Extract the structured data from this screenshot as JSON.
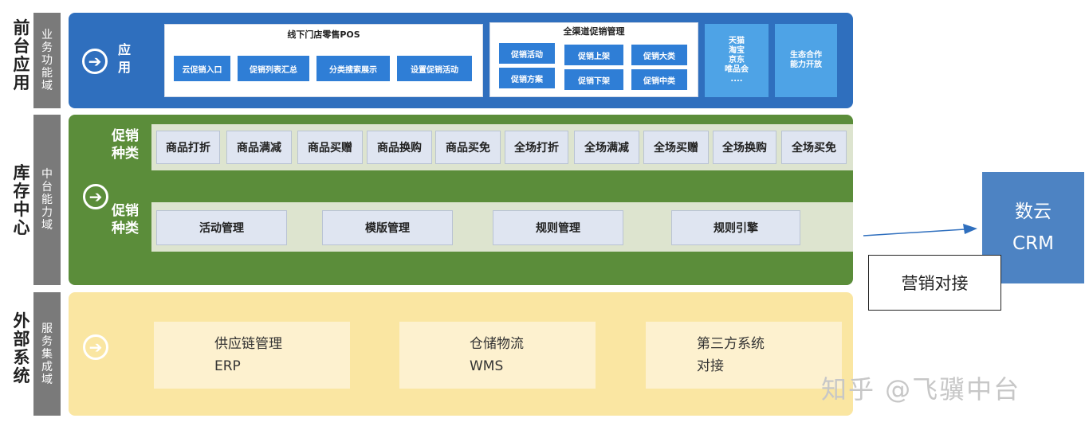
{
  "layers": [
    {
      "title": "前台应用",
      "domain": "业务功能域"
    },
    {
      "title": "库存中心",
      "domain": "中台能力域"
    },
    {
      "title": "外部系统",
      "domain": "服务集成域"
    }
  ],
  "app": {
    "label": "应用",
    "offline_title": "线下门店零售POS",
    "offline_items": [
      "云促销入口",
      "促销列表汇总",
      "分类搜索展示",
      "设置促销活动"
    ],
    "omni_title": "全渠道促销管理",
    "omni_items": [
      "促销活动",
      "促销上架",
      "促销大类",
      "促销方案",
      "促销下架",
      "促销中类"
    ],
    "platforms": [
      "天猫",
      "淘宝",
      "京东",
      "唯品会",
      "...."
    ],
    "ecosystem": [
      "生态合作",
      "能力开放"
    ]
  },
  "middle": {
    "label_top": "促销种类",
    "label_bottom": "促销种类",
    "promo_types": [
      "商品打折",
      "商品满减",
      "商品买赠",
      "商品换购",
      "商品买免",
      "全场打折",
      "全场满减",
      "全场买赠",
      "全场换购",
      "全场买免"
    ],
    "management": [
      "活动管理",
      "模版管理",
      "规则管理",
      "规则引擎"
    ]
  },
  "external": {
    "systems": [
      {
        "name": "供应链管理",
        "code": "ERP"
      },
      {
        "name": "仓储物流",
        "code": "WMS"
      },
      {
        "name": "第三方系统",
        "code": "对接"
      }
    ]
  },
  "crm": {
    "line1": "数云",
    "line2": "CRM"
  },
  "connector_label": "营销对接",
  "watermark": "知乎 @飞骥中台",
  "colors": {
    "blue_band": "#2f6fbe",
    "green_band": "#5b8d3a",
    "yellow_band": "#fae6a2",
    "crm": "#4d83c3"
  }
}
